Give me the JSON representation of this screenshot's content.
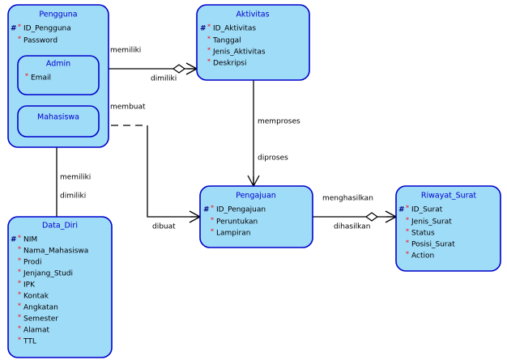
{
  "diagram": {
    "type": "entity-relationship-diagram",
    "title": "",
    "colors": {
      "entity_fill": "#9fdcf8",
      "entity_border": "#0000cc",
      "entity_title_text": "#0000cc",
      "attribute_text": "#000000",
      "mandatory_marker": "#ff0000",
      "primary_key_marker": "#000080",
      "relationship_line": "#000000",
      "background": "#ffffff"
    },
    "legend": {
      "pk_symbol": "#",
      "mandatory_symbol": "*"
    }
  },
  "entities": [
    {
      "id": "pengguna",
      "name": "Pengguna",
      "attributes": [
        {
          "pk": "#",
          "mandatory": "*",
          "name": "ID_Pengguna"
        },
        {
          "pk": "",
          "mandatory": "*",
          "name": "Password"
        }
      ],
      "subtypes": [
        "admin",
        "mahasiswa"
      ]
    },
    {
      "id": "admin",
      "name": "Admin",
      "attributes": [
        {
          "pk": "",
          "mandatory": "*",
          "name": "Email"
        }
      ]
    },
    {
      "id": "mahasiswa",
      "name": "Mahasiswa",
      "attributes": []
    },
    {
      "id": "aktivitas",
      "name": "Aktivitas",
      "attributes": [
        {
          "pk": "#",
          "mandatory": "*",
          "name": "ID_Aktivitas"
        },
        {
          "pk": "",
          "mandatory": "*",
          "name": "Tanggal"
        },
        {
          "pk": "",
          "mandatory": "*",
          "name": "Jenis_Aktivitas"
        },
        {
          "pk": "",
          "mandatory": "*",
          "name": "Deskripsi"
        }
      ]
    },
    {
      "id": "data_diri",
      "name": "Data_Diri",
      "attributes": [
        {
          "pk": "#",
          "mandatory": "*",
          "name": "NIM"
        },
        {
          "pk": "",
          "mandatory": "*",
          "name": "Nama_Mahasiswa"
        },
        {
          "pk": "",
          "mandatory": "*",
          "name": "Prodi"
        },
        {
          "pk": "",
          "mandatory": "*",
          "name": "Jenjang_Studi"
        },
        {
          "pk": "",
          "mandatory": "*",
          "name": "IPK"
        },
        {
          "pk": "",
          "mandatory": "*",
          "name": "Kontak"
        },
        {
          "pk": "",
          "mandatory": "*",
          "name": "Angkatan"
        },
        {
          "pk": "",
          "mandatory": "*",
          "name": "Semester"
        },
        {
          "pk": "",
          "mandatory": "*",
          "name": "Alamat"
        },
        {
          "pk": "",
          "mandatory": "*",
          "name": "TTL"
        }
      ]
    },
    {
      "id": "pengajuan",
      "name": "Pengajuan",
      "attributes": [
        {
          "pk": "#",
          "mandatory": "*",
          "name": "ID_Pengajuan"
        },
        {
          "pk": "",
          "mandatory": "*",
          "name": "Peruntukan"
        },
        {
          "pk": "",
          "mandatory": "*",
          "name": "Lampiran"
        }
      ]
    },
    {
      "id": "riwayat_surat",
      "name": "Riwayat_Surat",
      "attributes": [
        {
          "pk": "#",
          "mandatory": "*",
          "name": "ID_Surat"
        },
        {
          "pk": "",
          "mandatory": "*",
          "name": "Jenis_Surat"
        },
        {
          "pk": "",
          "mandatory": "*",
          "name": "Status"
        },
        {
          "pk": "",
          "mandatory": "*",
          "name": "Posisi_Surat"
        },
        {
          "pk": "",
          "mandatory": "*",
          "name": "Action"
        }
      ]
    }
  ],
  "relationships": [
    {
      "id": "admin-aktivitas",
      "from": "admin",
      "to": "aktivitas",
      "label_from": "memiliki",
      "label_to": "dimiliki",
      "style": "solid",
      "optional_marker": true,
      "crow_foot_at": "aktivitas"
    },
    {
      "id": "mahasiswa-pengajuan",
      "from": "mahasiswa",
      "to": "pengajuan",
      "label_from": "membuat",
      "label_to": "dibuat",
      "style": "dashed-solid",
      "optional_marker": false,
      "crow_foot_at": "pengajuan"
    },
    {
      "id": "mahasiswa-data_diri",
      "from": "mahasiswa",
      "to": "data_diri",
      "label_from": "memiliki",
      "label_to": "dimiliki",
      "style": "solid",
      "optional_marker": false,
      "crow_foot_at": "none"
    },
    {
      "id": "aktivitas-pengajuan",
      "from": "aktivitas",
      "to": "pengajuan",
      "label_from": "memproses",
      "label_to": "diproses",
      "style": "solid",
      "optional_marker": false,
      "crow_foot_at": "pengajuan"
    },
    {
      "id": "pengajuan-riwayat_surat",
      "from": "pengajuan",
      "to": "riwayat_surat",
      "label_from": "menghasilkan",
      "label_to": "dihasilkan",
      "style": "solid",
      "optional_marker": true,
      "crow_foot_at": "riwayat_surat"
    }
  ]
}
